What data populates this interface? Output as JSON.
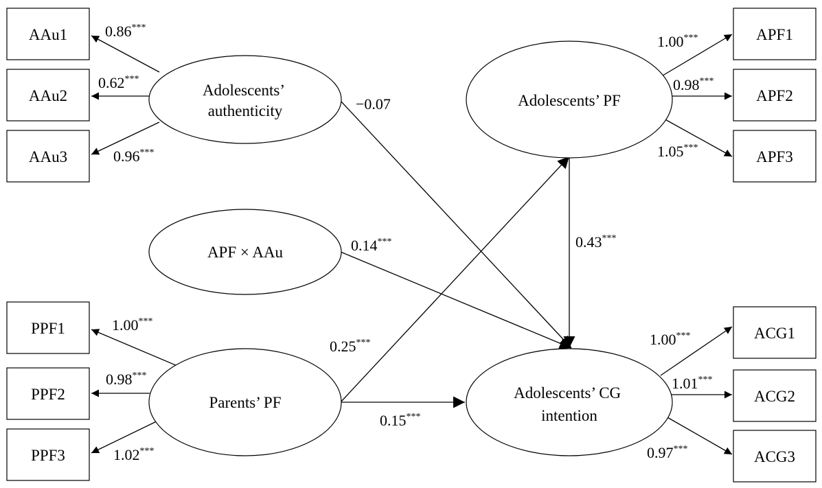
{
  "indicators": {
    "aau1": "AAu1",
    "aau2": "AAu2",
    "aau3": "AAu3",
    "apf1": "APF1",
    "apf2": "APF2",
    "apf3": "APF3",
    "ppf1": "PPF1",
    "ppf2": "PPF2",
    "ppf3": "PPF3",
    "acg1": "ACG1",
    "acg2": "ACG2",
    "acg3": "ACG3"
  },
  "latents": {
    "authenticity": [
      "Adolescents’",
      "authenticity"
    ],
    "apf": [
      "Adolescents’ PF"
    ],
    "interaction": [
      "APF × AAu"
    ],
    "ppf": [
      "Parents’ PF"
    ],
    "acg": [
      "Adolescents’ CG",
      "intention"
    ]
  },
  "loadings": {
    "aau1": {
      "value": "0.86",
      "sig": "***"
    },
    "aau2": {
      "value": "0.62",
      "sig": "***"
    },
    "aau3": {
      "value": "0.96",
      "sig": "***"
    },
    "apf1": {
      "value": "1.00",
      "sig": "***"
    },
    "apf2": {
      "value": "0.98",
      "sig": "***"
    },
    "apf3": {
      "value": "1.05",
      "sig": "***"
    },
    "ppf1": {
      "value": "1.00",
      "sig": "***"
    },
    "ppf2": {
      "value": "0.98",
      "sig": "***"
    },
    "ppf3": {
      "value": "1.02",
      "sig": "***"
    },
    "acg1": {
      "value": "1.00",
      "sig": "***"
    },
    "acg2": {
      "value": "1.01",
      "sig": "***"
    },
    "acg3": {
      "value": "0.97",
      "sig": "***"
    }
  },
  "paths": {
    "auth_to_acg": {
      "value": "−0.07",
      "sig": ""
    },
    "apf_to_acg": {
      "value": "0.43",
      "sig": "***"
    },
    "interaction_to_acg": {
      "value": "0.14",
      "sig": "***"
    },
    "ppf_to_apf": {
      "value": "0.25",
      "sig": "***"
    },
    "ppf_to_acg": {
      "value": "0.15",
      "sig": "***"
    }
  }
}
